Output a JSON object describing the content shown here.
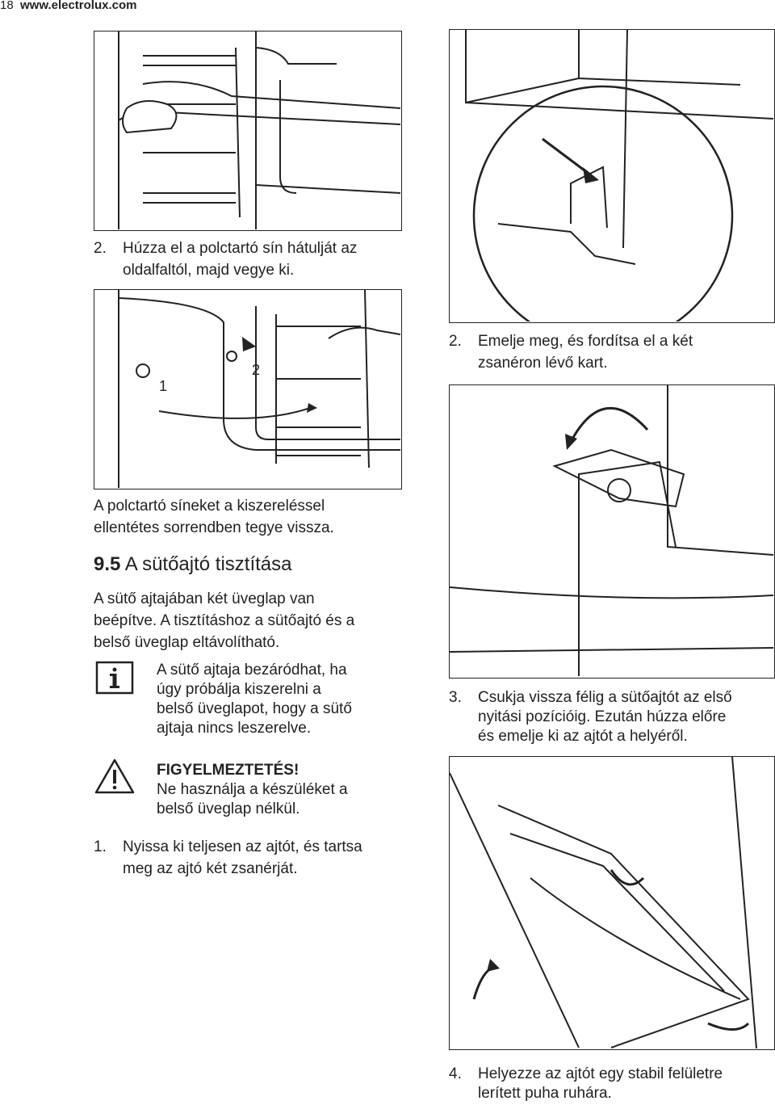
{
  "header": {
    "page_number": "18",
    "site": "www.electrolux.com"
  },
  "left": {
    "step2": {
      "number": "2.",
      "line1": "Húzza el a polctartó sín hátulját az",
      "line2": "oldalfaltól, majd vegye ki."
    },
    "figure2_labels": {
      "label1": "1",
      "label2": "2"
    },
    "reinstall": {
      "line1": "A polctartó síneket a kiszereléssel",
      "line2": "ellentétes sorrendben tegye vissza."
    },
    "section": {
      "number": "9.5",
      "title": "A sütőajtó tisztítása"
    },
    "intro": {
      "line1": "A sütő ajtajában két üveglap van",
      "line2": "beépítve. A tisztításhoz a sütőajtó és a",
      "line3": "belső üveglap eltávolítható."
    },
    "info": {
      "icon": "info-icon",
      "line1": "A sütő ajtaja bezáródhat, ha",
      "line2": "úgy próbálja kiszerelni a",
      "line3": "belső üveglapot, hogy a sütő",
      "line4": "ajtaja nincs leszerelve."
    },
    "warning": {
      "icon": "warning-icon",
      "title": "FIGYELMEZTETÉS!",
      "line1": "Ne használja a készüléket a",
      "line2": "belső üveglap nélkül."
    },
    "step1": {
      "number": "1.",
      "line1": "Nyissa ki teljesen az ajtót, és tartsa",
      "line2": "meg az ajtó két zsanérját."
    }
  },
  "right": {
    "step2": {
      "number": "2.",
      "line1": "Emelje meg, és fordítsa el a két",
      "line2": "zsanéron lévő kart."
    },
    "step3": {
      "number": "3.",
      "line1": "Csukja vissza félig a sütőajtót az első",
      "line2": "nyitási pozícióig. Ezután húzza előre",
      "line3": "és emelje ki az ajtót a helyéről."
    },
    "step4": {
      "number": "4.",
      "line1": "Helyezze az ajtót egy stabil felületre",
      "line2": "lerített puha ruhára."
    }
  }
}
